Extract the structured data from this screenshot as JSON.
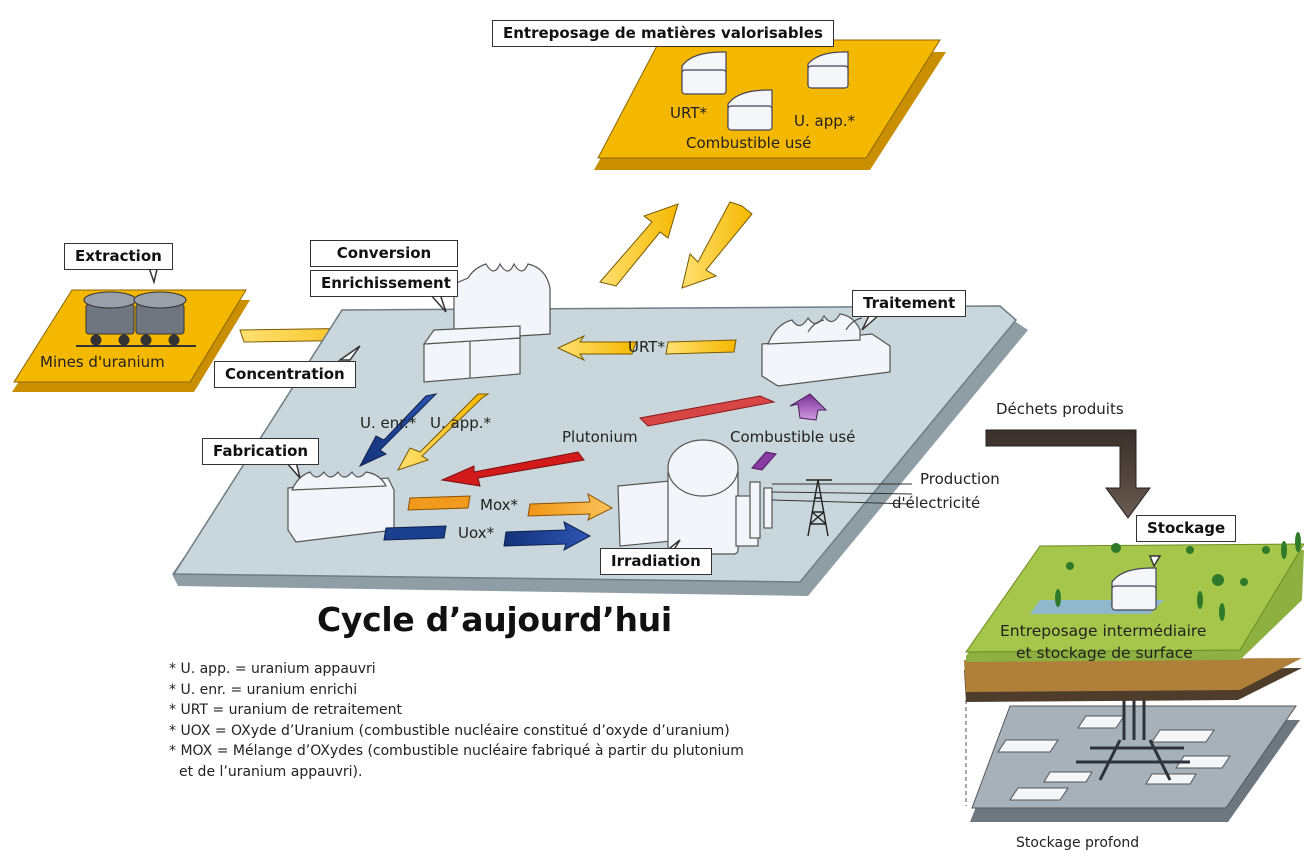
{
  "title": "Cycle d’aujourd’hui",
  "labels": {
    "entreposage_valorisables": "Entreposage de matières valorisables",
    "extraction": "Extraction",
    "mines": "Mines d'uranium",
    "conversion": "Conversion",
    "enrichissement": "Enrichissement",
    "concentration": "Concentration",
    "traitement": "Traitement",
    "fabrication": "Fabrication",
    "irradiation": "Irradiation",
    "stockage": "Stockage",
    "urt_top": "URT*",
    "uapp_top": "U. app.*",
    "combustible_use_top": "Combustible usé",
    "urt_flow": "URT*",
    "uenr": "U. enr.*",
    "uapp": "U. app.*",
    "plutonium": "Plutonium",
    "combustible_use": "Combustible usé",
    "mox": "Mox*",
    "uox": "Uox*",
    "production_line1": "Production",
    "production_line2": "d'électricité",
    "dechets": "Déchets produits",
    "entreposage_interm_line1": "Entreposage intermédiaire",
    "entreposage_interm_line2": "et stockage de surface",
    "stockage_profond": "Stockage profond"
  },
  "notes": [
    "* U. app. = uranium appauvri",
    "* U. enr. = uranium enrichi",
    "* URT = uranium de retraitement",
    "* UOX = OXyde d’Uranium (combustible nucléaire constitué d’oxyde d’uranium)",
    "* MOX = Mélange d’OXydes (combustible nucléaire fabriqué à partir du plutonium",
    "et de l’uranium appauvri)."
  ],
  "colors": {
    "yellow": "#f5b800",
    "platform": "#c9d6dc",
    "red": "#d22020",
    "blue": "#1b3f8f",
    "orange": "#f29a1d",
    "purple": "#8a3aa3",
    "green": "#a5c64a"
  }
}
